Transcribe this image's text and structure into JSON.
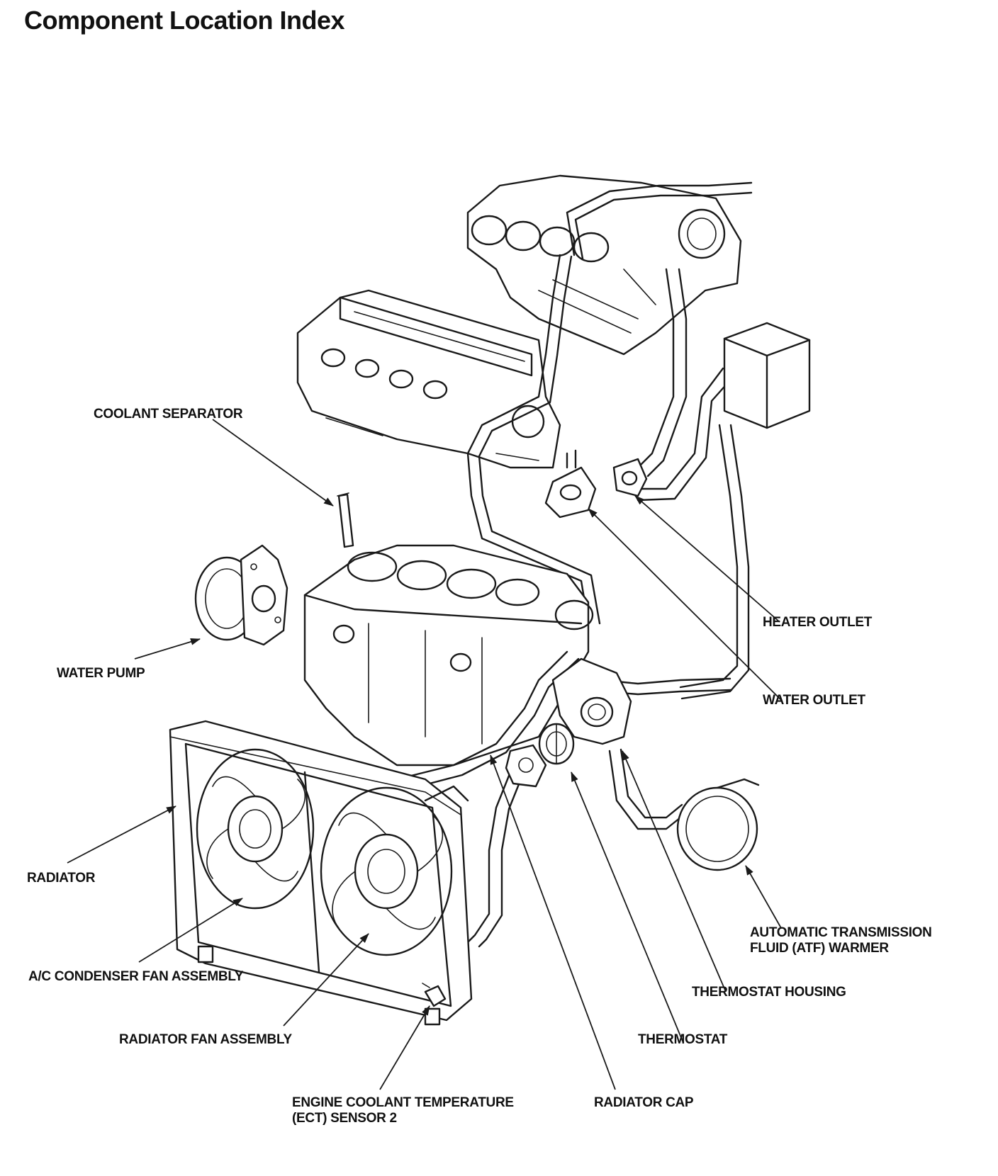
{
  "title": "Component Location Index",
  "callouts": [
    {
      "id": "coolant-separator",
      "lines": [
        "COOLANT SEPARATOR"
      ]
    },
    {
      "id": "water-pump",
      "lines": [
        "WATER PUMP"
      ]
    },
    {
      "id": "radiator",
      "lines": [
        "RADIATOR"
      ]
    },
    {
      "id": "ac-condenser-fan-assembly",
      "lines": [
        "A/C CONDENSER FAN ASSEMBLY"
      ]
    },
    {
      "id": "radiator-fan-assembly",
      "lines": [
        "RADIATOR FAN ASSEMBLY"
      ]
    },
    {
      "id": "ect-sensor-2",
      "lines": [
        "ENGINE COOLANT TEMPERATURE",
        "(ECT) SENSOR 2"
      ]
    },
    {
      "id": "radiator-cap",
      "lines": [
        "RADIATOR CAP"
      ]
    },
    {
      "id": "thermostat",
      "lines": [
        "THERMOSTAT"
      ]
    },
    {
      "id": "thermostat-housing",
      "lines": [
        "THERMOSTAT HOUSING"
      ]
    },
    {
      "id": "atf-warmer",
      "lines": [
        "AUTOMATIC TRANSMISSION",
        "FLUID (ATF) WARMER"
      ]
    },
    {
      "id": "water-outlet",
      "lines": [
        "WATER OUTLET"
      ]
    },
    {
      "id": "heater-outlet",
      "lines": [
        "HEATER OUTLET"
      ]
    }
  ]
}
